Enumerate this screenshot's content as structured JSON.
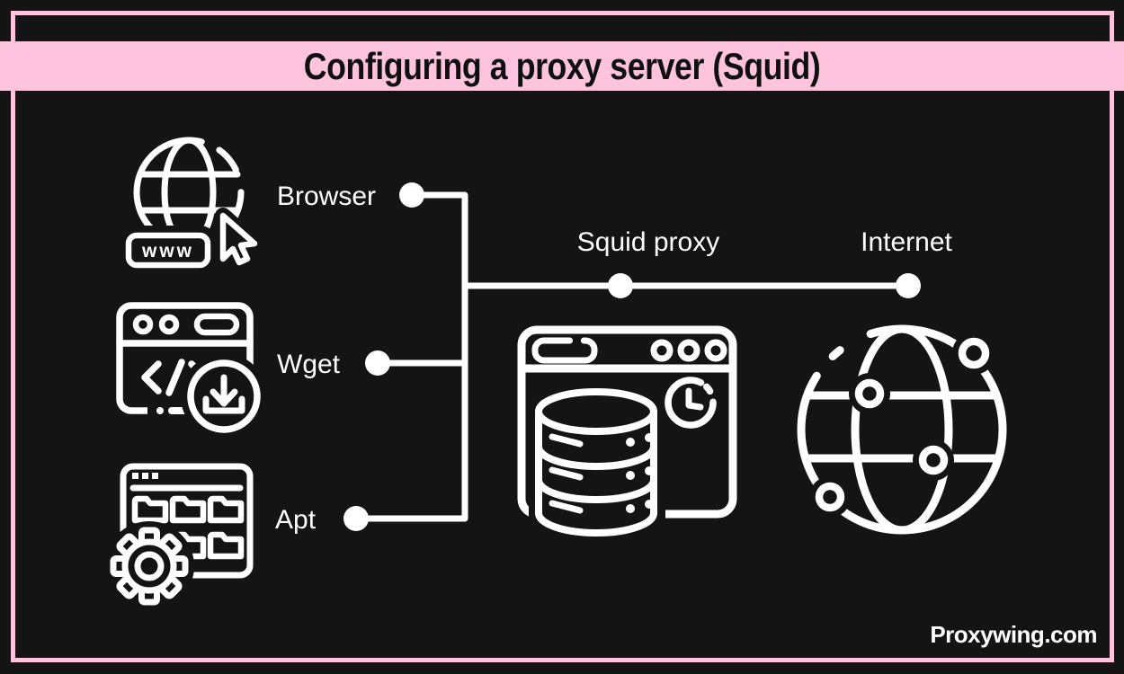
{
  "banner": {
    "title": "Configuring a proxy server (Squid)"
  },
  "labels": {
    "browser": "Browser",
    "wget": "Wget",
    "apt": "Apt",
    "squid": "Squid proxy",
    "internet": "Internet"
  },
  "browser_icon": {
    "badge_text": "www"
  },
  "footer": {
    "brand": "Proxywing.com"
  },
  "icons": {
    "browser": "globe-www-cursor-icon",
    "wget": "code-window-download-icon",
    "apt": "file-manager-gear-icon",
    "squid": "server-window-database-clock-icon",
    "internet": "network-globe-icon"
  },
  "colors": {
    "background": "#141414",
    "accent_pink": "#ffc4dd",
    "line_white": "#ffffff",
    "title_text": "#101010"
  }
}
